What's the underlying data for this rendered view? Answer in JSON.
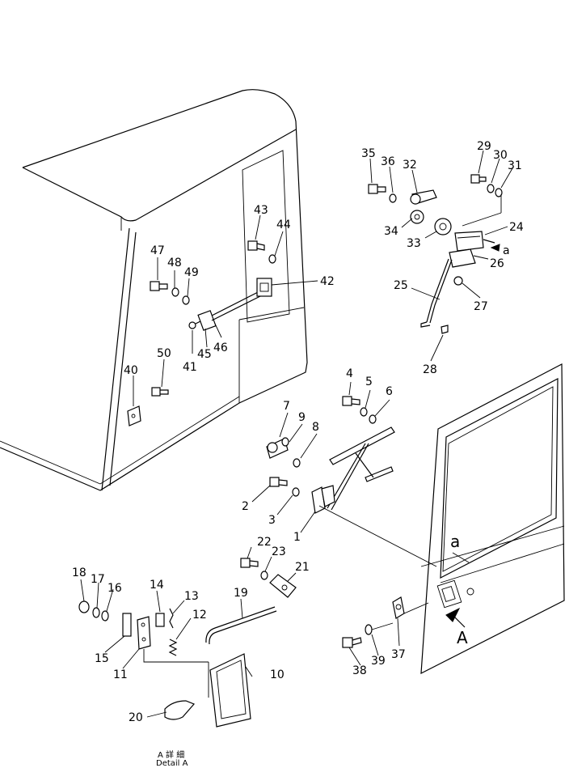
{
  "diagram": {
    "part_numbers": [
      "1",
      "2",
      "3",
      "4",
      "5",
      "6",
      "7",
      "8",
      "9",
      "10",
      "11",
      "12",
      "13",
      "14",
      "15",
      "16",
      "17",
      "18",
      "19",
      "20",
      "21",
      "22",
      "23",
      "24",
      "25",
      "26",
      "27",
      "28",
      "29",
      "30",
      "31",
      "32",
      "33",
      "34",
      "35",
      "36",
      "37",
      "38",
      "39",
      "40",
      "41",
      "42",
      "43",
      "44",
      "45",
      "46",
      "47",
      "48",
      "49",
      "50"
    ],
    "view_markers": {
      "lower_a": "a",
      "upper_a": "A"
    },
    "detail_caption": {
      "japanese": "A 詳 細",
      "english": "Detail A"
    }
  }
}
